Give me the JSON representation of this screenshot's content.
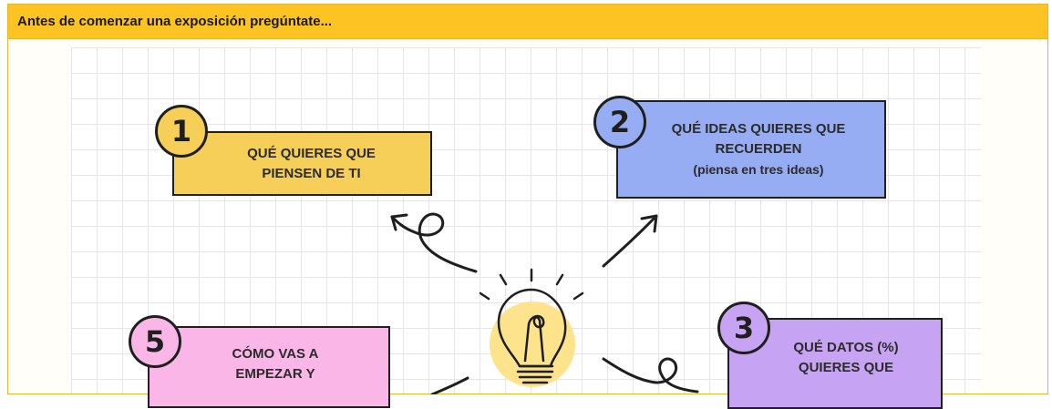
{
  "panel": {
    "title": "Antes de comenzar una exposición pregúntate..."
  },
  "colors": {
    "header": "#fdc323",
    "card1": "#f6cf58",
    "card2": "#96acf3",
    "card3": "#c7a4f3",
    "card5": "#f9b6e6",
    "bulb_bg": "#fde48c"
  },
  "steps": [
    {
      "number": "1",
      "lines": [
        "QUÉ QUIERES QUE",
        "PIENSEN DE TI"
      ]
    },
    {
      "number": "2",
      "lines": [
        "QUÉ IDEAS QUIERES QUE",
        "RECUERDEN",
        "(piensa en tres ideas)"
      ]
    },
    {
      "number": "3",
      "lines": [
        "QUÉ DATOS (%)",
        "QUIERES QUE"
      ]
    },
    {
      "number": "5",
      "lines": [
        "CÓMO VAS A",
        "EMPEZAR Y"
      ]
    }
  ],
  "icons": [
    "lightbulb-icon",
    "curly-arrow-icon",
    "straight-arrow-icon"
  ]
}
